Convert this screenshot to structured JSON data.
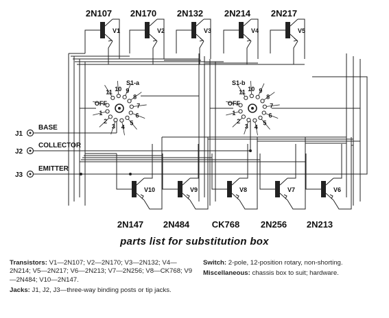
{
  "top_transistors": [
    {
      "part": "2N107",
      "ref": "V1"
    },
    {
      "part": "2N170",
      "ref": "V2"
    },
    {
      "part": "2N132",
      "ref": "V3"
    },
    {
      "part": "2N214",
      "ref": "V4"
    },
    {
      "part": "2N217",
      "ref": "V5"
    }
  ],
  "bottom_transistors": [
    {
      "part": "2N147",
      "ref": "V10"
    },
    {
      "part": "2N484",
      "ref": "V9"
    },
    {
      "part": "CK768",
      "ref": "V8"
    },
    {
      "part": "2N256",
      "ref": "V7"
    },
    {
      "part": "2N213",
      "ref": "V6"
    }
  ],
  "switches": [
    {
      "label": "S1-a",
      "positions": [
        "OFF",
        "1",
        "2",
        "3",
        "4",
        "5",
        "6",
        "7",
        "8",
        "9",
        "10",
        "11"
      ]
    },
    {
      "label": "S1-b",
      "positions": [
        "OFF",
        "1",
        "2",
        "3",
        "4",
        "5",
        "6",
        "7",
        "8",
        "9",
        "10",
        "11"
      ]
    }
  ],
  "jacks": [
    {
      "ref": "J1",
      "label": "BASE"
    },
    {
      "ref": "J2",
      "label": "COLLECTOR"
    },
    {
      "ref": "J3",
      "label": "EMITTER"
    }
  ],
  "caption": "parts list for substitution box",
  "parts_list": {
    "transistors_label": "Transistors:",
    "transistors_text": "V1—2N107; V2—2N170; V3—2N132; V4—2N214; V5—2N217; V6—2N213; V7—2N256; V8—CK768; V9—2N484; V10—2N147.",
    "jacks_label": "Jacks:",
    "jacks_text": "J1, J2, J3—three-way binding posts or tip jacks.",
    "switch_label": "Switch:",
    "switch_text": "2-pole, 12-position rotary, non-shorting.",
    "misc_label": "Miscellaneous:",
    "misc_text": "chassis box to suit; hardware."
  }
}
